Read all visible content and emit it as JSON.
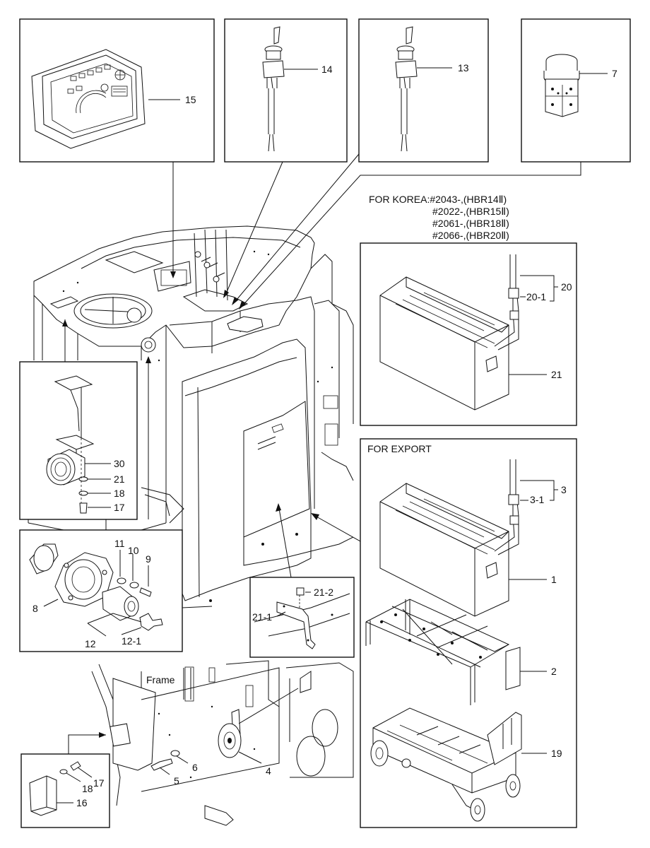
{
  "labels": {
    "p15": "15",
    "p14": "14",
    "p13": "13",
    "p7": "7",
    "p20": "20",
    "p20_1": "20-1",
    "p21a": "21",
    "p30": "30",
    "p21b": "21",
    "p18a": "18",
    "p17a": "17",
    "p11": "11",
    "p10": "10",
    "p9": "9",
    "p8": "8",
    "p12": "12",
    "p12_1": "12-1",
    "p21_2": "21-2",
    "p21_1": "21-1",
    "p3": "3",
    "p3_1": "3-1",
    "p1": "1",
    "p2": "2",
    "p19": "19",
    "frame": "Frame",
    "p6": "6",
    "p5": "5",
    "p4": "4",
    "p17b": "17",
    "p18b": "18",
    "p16": "16"
  },
  "korea": {
    "line1": "FOR KOREA:#2043-,(HBR14Ⅱ)",
    "line2": "#2022-,(HBR15Ⅱ)",
    "line3": "#2061-,(HBR18Ⅱ)",
    "line4": "#2066-,(HBR20Ⅱ)"
  },
  "export": {
    "title": "FOR EXPORT"
  }
}
